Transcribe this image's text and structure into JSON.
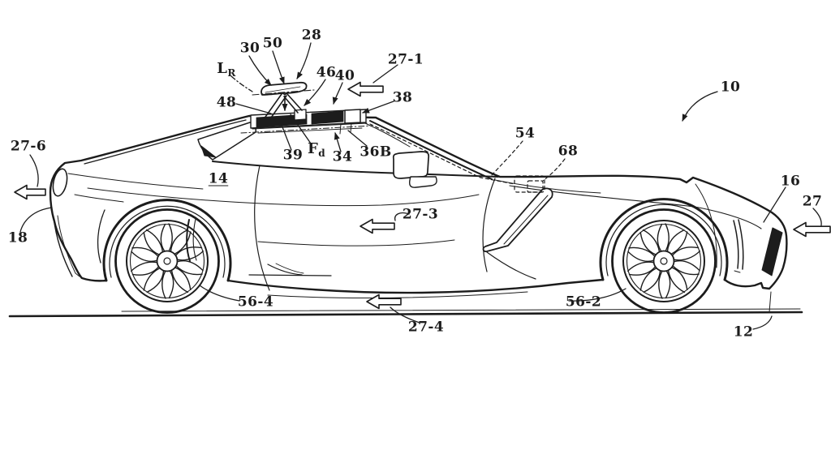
{
  "figure": {
    "kind": "patent-line-drawing",
    "subject": "sports-car-side-view-with-deployable-roof-airfoil"
  },
  "colors": {
    "ink": "#1c1c1c",
    "paper": "#ffffff"
  },
  "labels": {
    "n10": "10",
    "n12": "12",
    "n14": "14",
    "n16": "16",
    "n18": "18",
    "n27": "27",
    "n27_1": "27-1",
    "n27_3": "27-3",
    "n27_4": "27-4",
    "n27_6": "27-6",
    "n28": "28",
    "n30": "30",
    "n34": "34",
    "n36b": "36B",
    "n38": "38",
    "n39": "39",
    "n40": "40",
    "n46": "46",
    "n48": "48",
    "n50": "50",
    "n54": "54",
    "n56_2": "56-2",
    "n56_4": "56-4",
    "n68": "68"
  },
  "symbols": {
    "lr": {
      "main": "L",
      "sub": "R"
    },
    "fd": {
      "main": "F",
      "sub": "d"
    }
  }
}
